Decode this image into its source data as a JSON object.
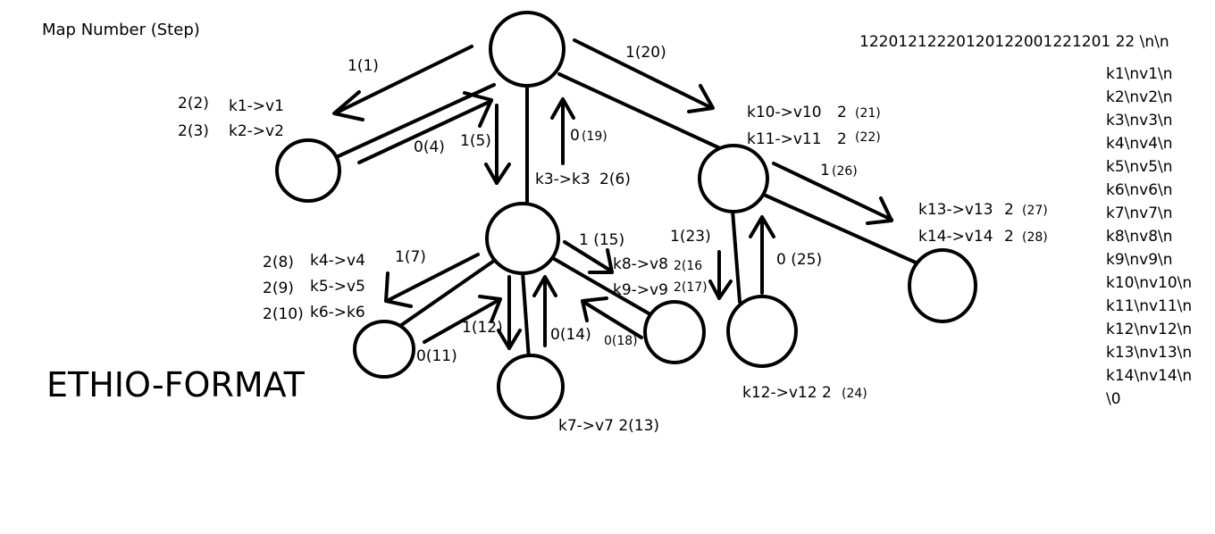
{
  "header": {
    "title": "Map Number (Step)"
  },
  "caption": "ETHIO-FORMAT",
  "sequence": "12201212220120122001221201 22 \\n\\n",
  "kv_list": [
    "k1\\nv1\\n",
    "k2\\nv2\\n",
    "k3\\nv3\\n",
    "k4\\nv4\\n",
    "k5\\nv5\\n",
    "k6\\nv6\\n",
    "k7\\nv7\\n",
    "k8\\nv8\\n",
    "k9\\nv9\\n",
    "k10\\nv10\\n",
    "k11\\nv11\\n",
    "k12\\nv12\\n",
    "k13\\nv13\\n",
    "k14\\nv14\\n",
    "\\0"
  ],
  "labels": {
    "e1": "1(1)",
    "e20": "1(20)",
    "n2a": "2(2)",
    "n2b": "2(3)",
    "kv1": "k1->v1",
    "kv2": "k2->v2",
    "e4": "0(4)",
    "e5": "1(5)",
    "e19a": "0",
    "e19b": "(19)",
    "kv3": "k3->k3",
    "kv3n": "2(6)",
    "kv10": "k10->v10",
    "kv10n": "2",
    "kv10s": "(21)",
    "kv11": "k11->v11",
    "kv11n": "2",
    "kv11s": "(22)",
    "e26a": "1",
    "e26b": "(26)",
    "kv13": "k13->v13",
    "kv13n": "2",
    "kv13s": "(27)",
    "kv14": "k14->v14",
    "kv14n": "2",
    "kv14s": "(28)",
    "n8": "2(8)",
    "n9": "2(9)",
    "n10": "2(10)",
    "kv4": "k4->v4",
    "kv5": "k5->v5",
    "kv6": "k6->k6",
    "e7": "1(7)",
    "e15": "1 (15)",
    "kv8": "k8->v8",
    "kv8n": "2(16",
    "kv9": "k9->v9",
    "kv9n": "2(17)",
    "e23": "1(23)",
    "e25": "0 (25)",
    "e12": "1(12)",
    "e14": "0(14)",
    "e18": "0(18)",
    "e11": "0(11)",
    "kv7": "k7->v7 2(13)",
    "kv12": "k12->v12 2",
    "kv12s": "(24)"
  },
  "colors": {
    "ink": "#000000",
    "background": "#ffffff"
  }
}
